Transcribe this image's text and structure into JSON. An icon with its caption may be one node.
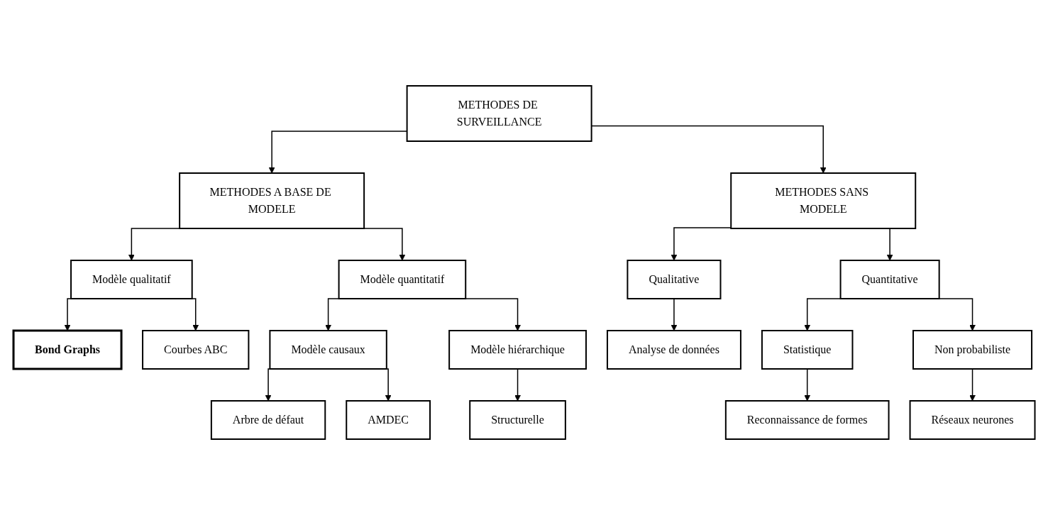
{
  "diagram": {
    "nodes": [
      {
        "text": [
          "METHODES DE SURVEILLANCE"
        ]
      },
      {
        "text": [
          "METHODES A BASE DE MODELE"
        ]
      },
      {
        "text": [
          "METHODES SANS MODELE"
        ]
      },
      {
        "text": [
          "Modèle qualitatif"
        ]
      },
      {
        "text": [
          "Modèle quantitatif"
        ]
      },
      {
        "text": [
          "Qualitative"
        ]
      },
      {
        "text": [
          "Quantitative"
        ]
      },
      {
        "text": [
          "Bond Graphs"
        ]
      },
      {
        "text": [
          "Courbes ABC"
        ]
      },
      {
        "text": [
          "Modèle causaux"
        ]
      },
      {
        "text": [
          "Modèle hiérarchique"
        ]
      },
      {
        "text": [
          "Analyse de données"
        ]
      },
      {
        "text": [
          "Statistique"
        ]
      },
      {
        "text": [
          "Non probabiliste"
        ]
      },
      {
        "text": [
          "Arbre de défaut"
        ]
      },
      {
        "text": [
          "AMDEC"
        ]
      },
      {
        "text": [
          "Structurelle"
        ]
      },
      {
        "text": [
          "Reconnaissance de formes"
        ]
      },
      {
        "text": [
          "Réseaux neurones"
        ]
      }
    ],
    "edges": [
      {
        "from": 0,
        "to": 1,
        "arrow": "to"
      },
      {
        "from": 0,
        "to": 2,
        "arrow": "to"
      },
      {
        "from": 1,
        "to": 3,
        "arrow": "to"
      },
      {
        "from": 1,
        "to": 4,
        "arrow": "to"
      },
      {
        "from": 2,
        "to": 5,
        "arrow": "to"
      },
      {
        "from": 2,
        "to": 6,
        "arrow": "to"
      },
      {
        "from": 3,
        "to": 7,
        "arrow": "to"
      },
      {
        "from": 3,
        "to": 8,
        "arrow": "to"
      },
      {
        "from": 4,
        "to": 9,
        "arrow": "to"
      },
      {
        "from": 4,
        "to": 10,
        "arrow": "to"
      },
      {
        "from": 5,
        "to": 11,
        "arrow": "to"
      },
      {
        "from": 6,
        "to": 12,
        "arrow": "to"
      },
      {
        "from": 6,
        "to": 13,
        "arrow": "to"
      },
      {
        "from": 9,
        "to": 14,
        "arrow": "to"
      },
      {
        "from": 9,
        "to": 15,
        "arrow": "to"
      },
      {
        "from": 10,
        "to": 16,
        "arrow": "to"
      },
      {
        "from": 12,
        "to": 17,
        "arrow": "to"
      },
      {
        "from": 13,
        "to": 18,
        "arrow": "to"
      }
    ]
  }
}
